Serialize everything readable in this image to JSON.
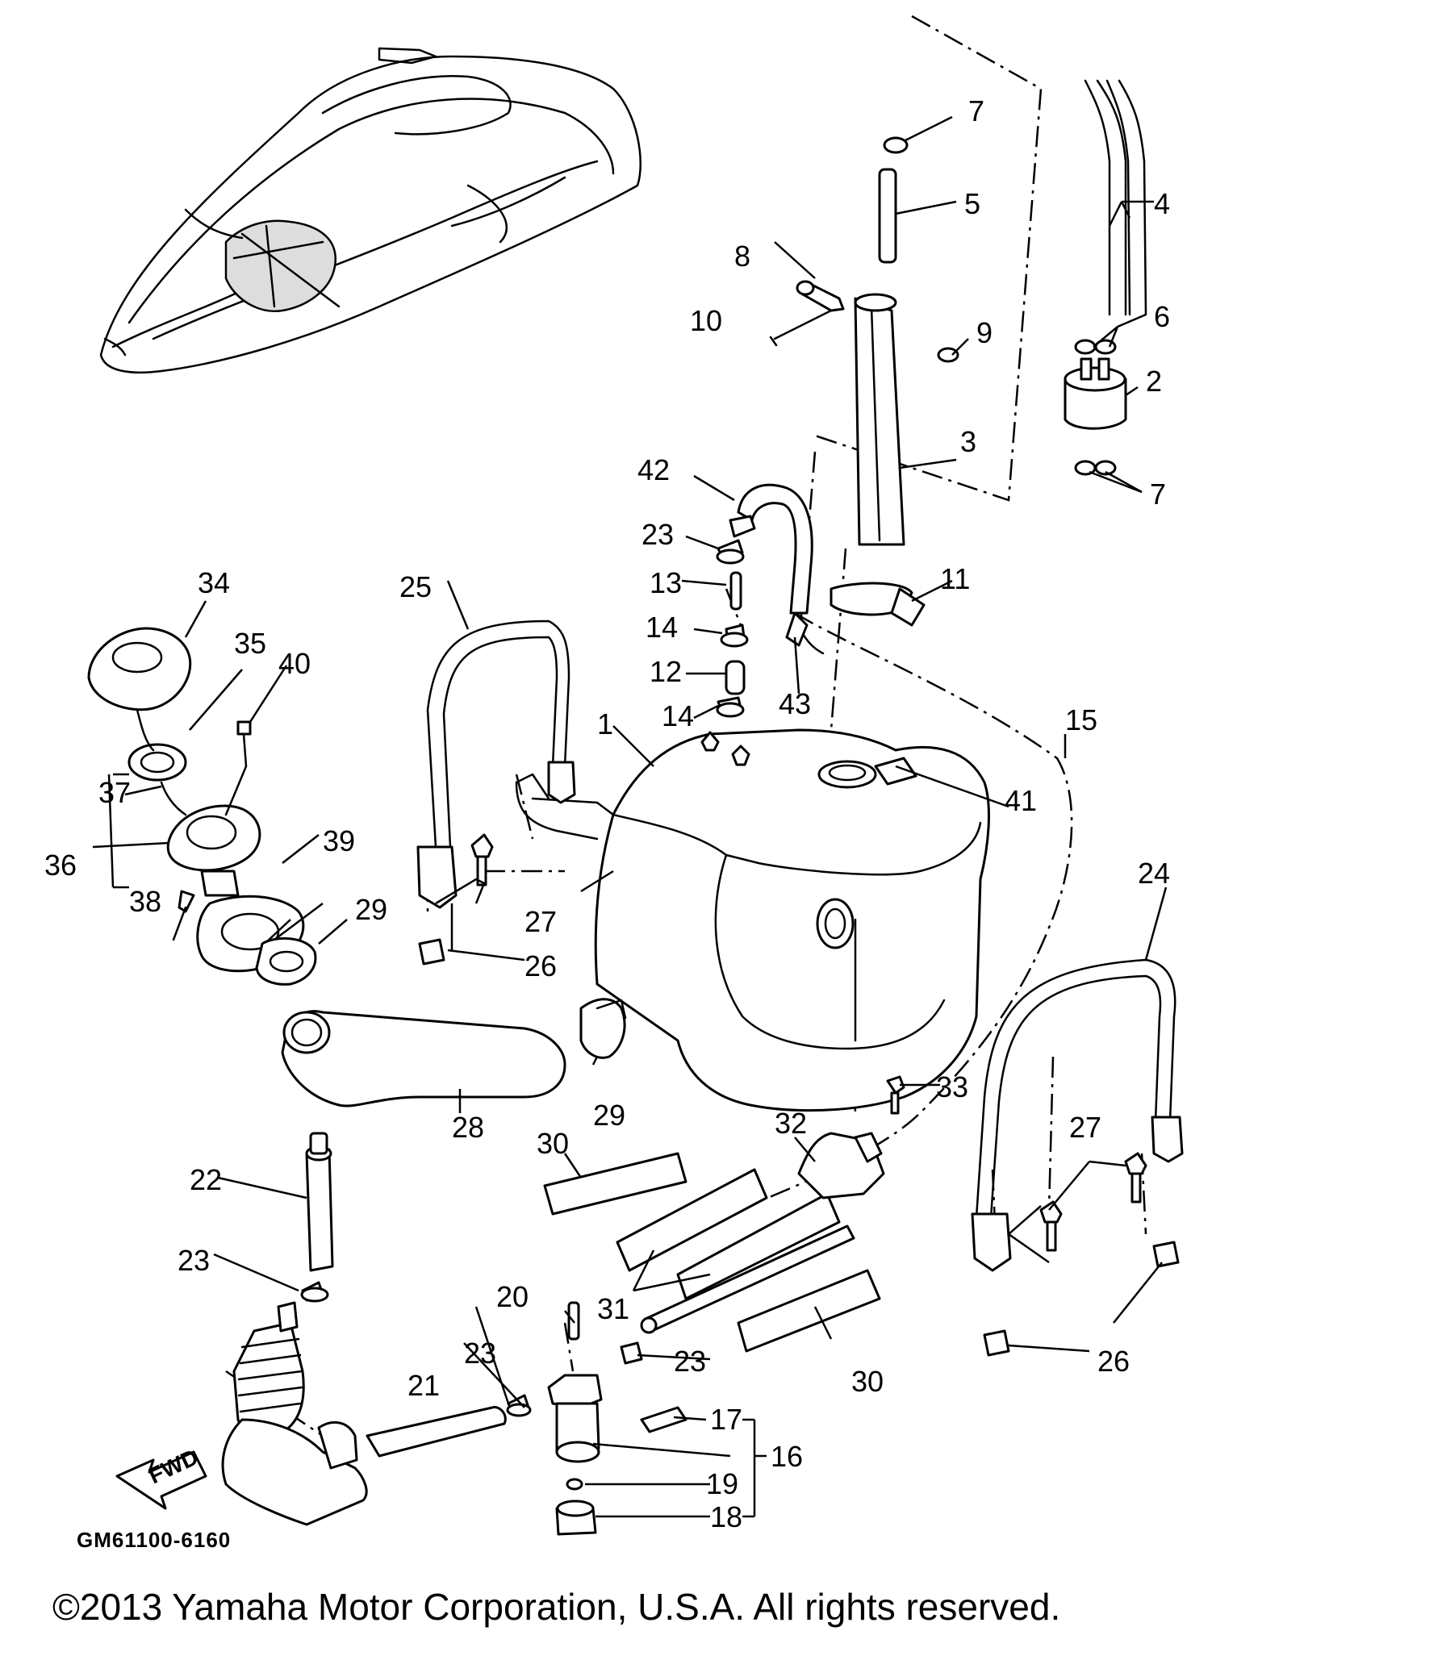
{
  "drawing_code": "GM61100-6160",
  "copyright": "©2013 Yamaha Motor Corporation, U.S.A. All rights reserved.",
  "fwd_label": "FWD",
  "callouts": {
    "c1": "1",
    "c2": "2",
    "c3": "3",
    "c4": "4",
    "c5": "5",
    "c6": "6",
    "c7a": "7",
    "c7b": "7",
    "c8": "8",
    "c9": "9",
    "c10": "10",
    "c11": "11",
    "c12": "12",
    "c13": "13",
    "c14a": "14",
    "c14b": "14",
    "c15": "15",
    "c16": "16",
    "c17": "17",
    "c18": "18",
    "c19": "19",
    "c20": "20",
    "c21": "21",
    "c22": "22",
    "c23a": "23",
    "c23b": "23",
    "c23c": "23",
    "c23d": "23",
    "c24": "24",
    "c25": "25",
    "c26a": "26",
    "c26b": "26",
    "c27a": "27",
    "c27b": "27",
    "c28": "28",
    "c29a": "29",
    "c29b": "29",
    "c30a": "30",
    "c30b": "30",
    "c31": "31",
    "c32": "32",
    "c33": "33",
    "c34": "34",
    "c35": "35",
    "c36": "36",
    "c37": "37",
    "c38": "38",
    "c39": "39",
    "c40": "40",
    "c41": "41",
    "c42": "42",
    "c43": "43"
  }
}
